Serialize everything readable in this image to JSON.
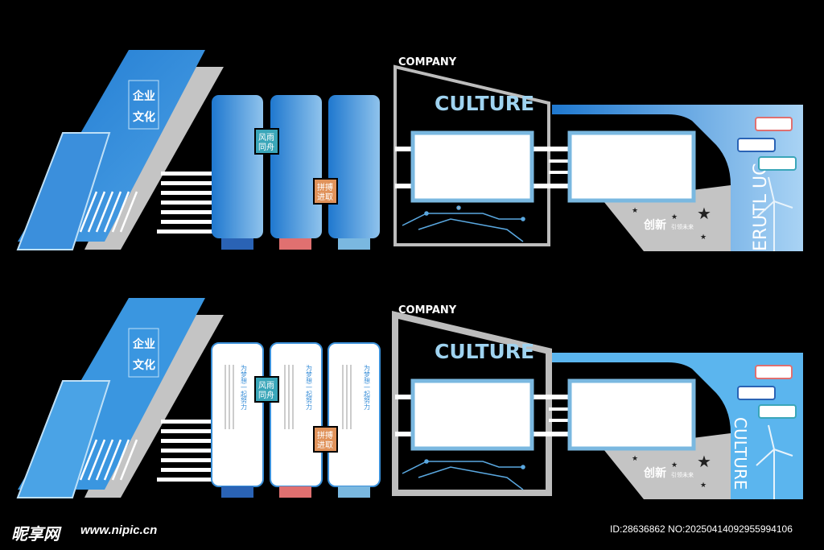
{
  "panels": [
    {
      "title_cn": [
        "企业",
        "文化"
      ],
      "tags": [
        "风雨",
        "同舟",
        "拼搏",
        "进取"
      ],
      "company": "COMPANY",
      "culture": "CULTURE",
      "innovation": "创新",
      "innovation_sub": "引领未来",
      "vertical_label": "ERUTL UC"
    },
    {
      "title_cn": [
        "企业",
        "文化"
      ],
      "tags": [
        "风雨",
        "同舟",
        "拼搏",
        "进取"
      ],
      "company": "COMPANY",
      "culture": "CULTURE",
      "innovation": "创新",
      "innovation_sub": "引领未来",
      "vertical_label": "CULTURE",
      "pillar_text": "为梦想一起努力"
    }
  ],
  "watermark": {
    "logo": "昵享网",
    "url": "www.nipic.cn",
    "id": "ID:28636862 NO:20250414092955994106"
  },
  "colors": {
    "blue": "#2f86d6",
    "light_blue": "#9fd3f0",
    "gray": "#c4c4c4",
    "teal": "#3aa6b9",
    "orange": "#e0925a",
    "red": "#e07070"
  }
}
